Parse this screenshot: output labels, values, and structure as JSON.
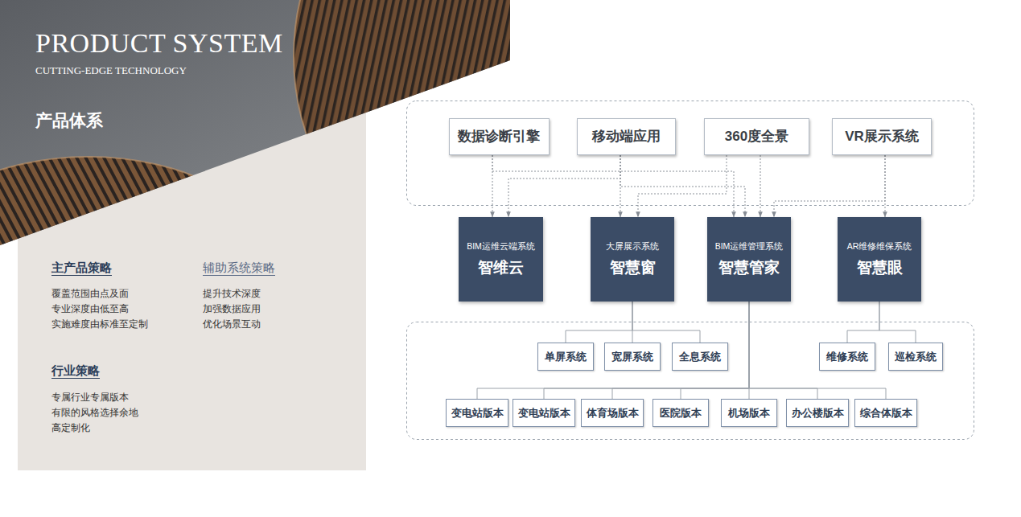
{
  "diagram": {
    "title": "PRODUCT SYSTEM",
    "nodes": [
      {
        "text": [
          "数据诊断引擎"
        ]
      },
      {
        "text": [
          "移动端应用"
        ]
      },
      {
        "text": [
          "360度全景"
        ]
      },
      {
        "text": [
          "VR展示系统"
        ]
      },
      {
        "text": [
          "BIM运维云端系统",
          "智维云"
        ]
      },
      {
        "text": [
          "大屏展示系统",
          "智慧窗"
        ]
      },
      {
        "text": [
          "BIM运维管理系统",
          "智慧管家"
        ]
      },
      {
        "text": [
          "AR维修维保系统",
          "智慧眼"
        ]
      },
      {
        "text": [
          "单屏系统"
        ]
      },
      {
        "text": [
          "宽屏系统"
        ]
      },
      {
        "text": [
          "全息系统"
        ]
      },
      {
        "text": [
          "维修系统"
        ]
      },
      {
        "text": [
          "巡检系统"
        ]
      },
      {
        "text": [
          "变电站版本"
        ]
      },
      {
        "text": [
          "变电站版本"
        ]
      },
      {
        "text": [
          "体育场版本"
        ]
      },
      {
        "text": [
          "医院版本"
        ]
      },
      {
        "text": [
          "机场版本"
        ]
      },
      {
        "text": [
          "办公楼版本"
        ]
      },
      {
        "text": [
          "综合体版本"
        ]
      }
    ],
    "edges": [
      {
        "from": 0,
        "to": 4,
        "arrow": "to"
      },
      {
        "from": 0,
        "to": 6,
        "arrow": "to"
      },
      {
        "from": 1,
        "to": 4,
        "arrow": "to"
      },
      {
        "from": 1,
        "to": 5,
        "arrow": "to"
      },
      {
        "from": 1,
        "to": 6,
        "arrow": "to"
      },
      {
        "from": 2,
        "to": 5,
        "arrow": "to"
      },
      {
        "from": 2,
        "to": 6,
        "arrow": "to"
      },
      {
        "from": 3,
        "to": 6,
        "arrow": "to"
      },
      {
        "from": 3,
        "to": 7,
        "arrow": "to"
      },
      {
        "from": 5,
        "to": 8,
        "arrow": "none"
      },
      {
        "from": 5,
        "to": 9,
        "arrow": "none"
      },
      {
        "from": 5,
        "to": 10,
        "arrow": "none"
      },
      {
        "from": 7,
        "to": 11,
        "arrow": "none"
      },
      {
        "from": 7,
        "to": 12,
        "arrow": "none"
      },
      {
        "from": 6,
        "to": 13,
        "arrow": "none"
      },
      {
        "from": 6,
        "to": 14,
        "arrow": "none"
      },
      {
        "from": 6,
        "to": 15,
        "arrow": "none"
      },
      {
        "from": 6,
        "to": 16,
        "arrow": "none"
      },
      {
        "from": 6,
        "to": 17,
        "arrow": "none"
      },
      {
        "from": 6,
        "to": 18,
        "arrow": "none"
      },
      {
        "from": 6,
        "to": 19,
        "arrow": "none"
      }
    ],
    "labels": [
      "CUTTING-EDGE TECHNOLOGY",
      "产品体系",
      "主产品策略",
      "覆盖范围由点及面",
      "专业深度由低至高",
      "实施难度由标准至定制",
      "辅助系统策略",
      "提升技术深度",
      "加强数据应用",
      "优化场景互动",
      "行业策略",
      "专属行业专属版本",
      "有限的风格选择余地",
      "高定制化"
    ]
  }
}
